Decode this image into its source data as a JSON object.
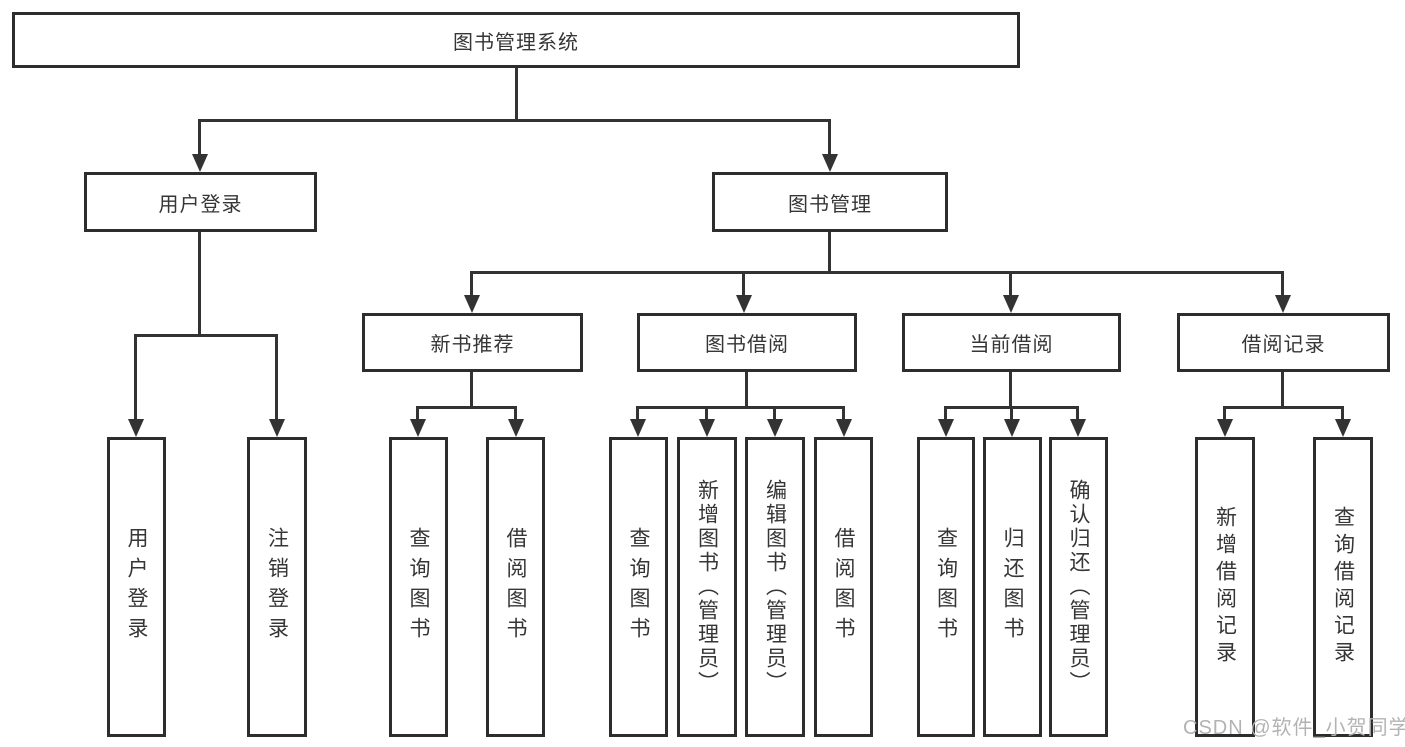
{
  "diagram": {
    "title": "图书管理系统",
    "root": "图书管理系统",
    "level2": [
      "用户登录",
      "图书管理"
    ],
    "level3": [
      "新书推荐",
      "图书借阅",
      "当前借阅",
      "借阅记录"
    ],
    "leaves": {
      "user_login": [
        "用户登录",
        "注销登录"
      ],
      "new_book": [
        "查询图书",
        "借阅图书"
      ],
      "book_borrow": [
        "查询图书",
        "新增图书（管理员）",
        "编辑图书（管理员）",
        "借阅图书"
      ],
      "current_borrow": [
        "查询图书",
        "归还图书",
        "确认归还（管理员）"
      ],
      "borrow_record": [
        "新增借阅记录",
        "查询借阅记录"
      ]
    }
  },
  "watermark": "CSDN @软件_小贺同学",
  "colors": {
    "line": "#333333",
    "box_border": "#2d2d2d",
    "box_fill": "#ffffff",
    "text": "#363636",
    "watermark": "#b3b3b3",
    "background": "#ffffff"
  }
}
